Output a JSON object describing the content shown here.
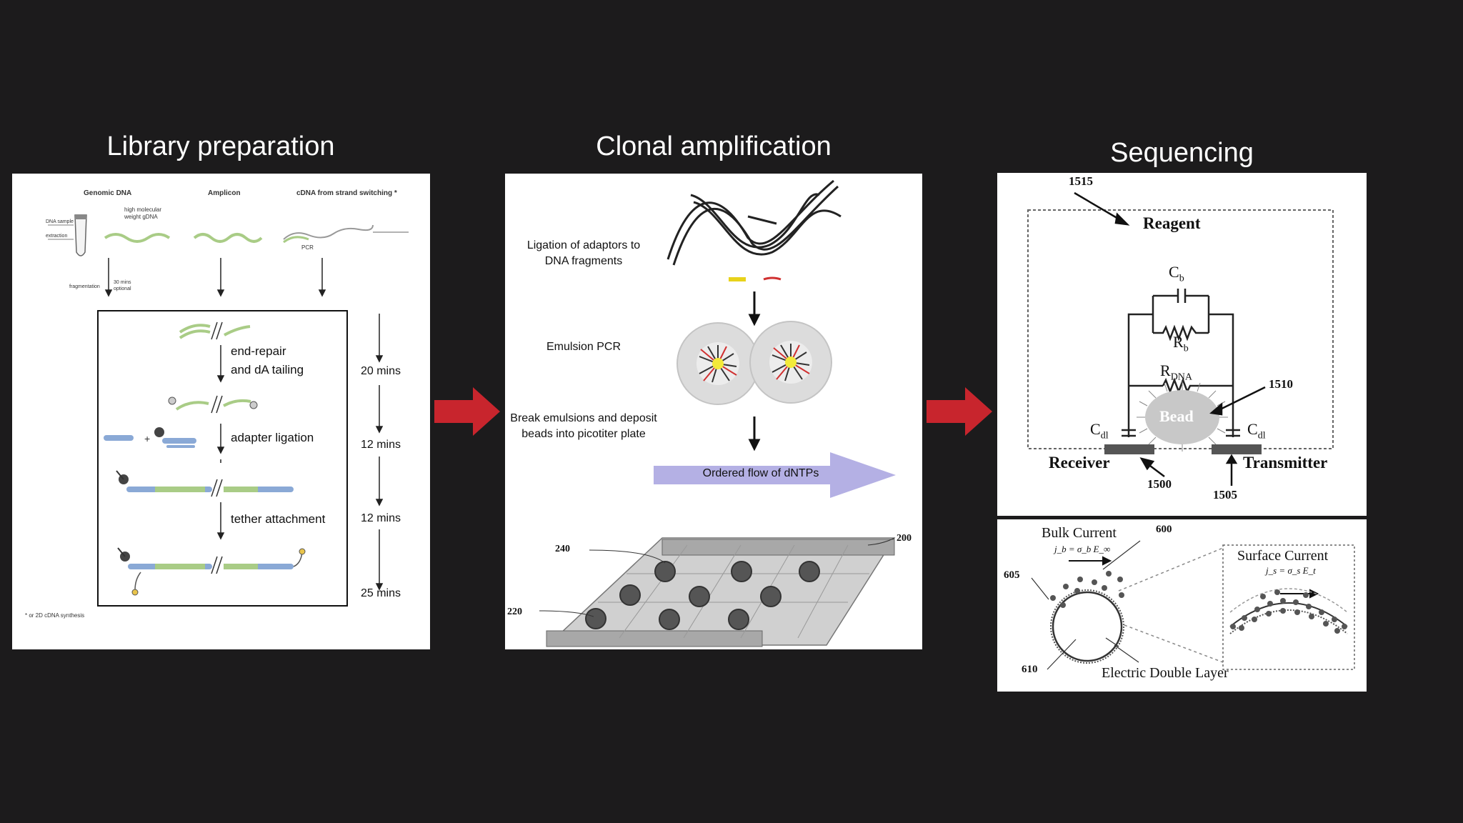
{
  "titles": {
    "library": "Library preparation",
    "clonal": "Clonal amplification",
    "sequencing": "Sequencing"
  },
  "library": {
    "col_genomic": "Genomic DNA",
    "col_amplicon": "Amplicon",
    "col_cdna": "cDNA from strand switching",
    "col_cdna_mark": "*",
    "hmw_label": "high molecular weight gDNA",
    "tube_label_a": "DNA sample",
    "tube_label_b": "extraction",
    "pcr_label": "PCR",
    "fragmentation_label": "fragmentation",
    "optional_label": "30 mins optional",
    "step1": "end-repair and dA tailing",
    "step2": "adapter ligation",
    "step3": "tether attachment",
    "time1": "20 mins",
    "time2": "12 mins",
    "time3": "12 mins",
    "time4": "25 mins",
    "footnote": "* or 2D cDNA synthesis"
  },
  "clonal": {
    "ligation": "Ligation of adaptors to DNA fragments",
    "emulsion": "Emulsion PCR",
    "break": "Break emulsions and deposit beads into picotiter plate",
    "flow": "Ordered flow of dNTPs",
    "ref_240": "240",
    "ref_220": "220",
    "ref_200": "200"
  },
  "sequencing": {
    "ref_1515": "1515",
    "reagent": "Reagent",
    "cb": "C",
    "cb_sub": "b",
    "rb": "R",
    "rb_sub": "b",
    "rdna": "R",
    "rdna_sub": "DNA",
    "bead": "Bead",
    "ref_1510": "1510",
    "cdl_left": "C",
    "cdl_left_sub": "dl",
    "cdl_right": "C",
    "cdl_right_sub": "dl",
    "receiver": "Receiver",
    "transmitter": "Transmitter",
    "ref_1500": "1500",
    "ref_1505": "1505",
    "bulk_current": "Bulk Current",
    "bulk_eq": "j_b = σ_b E_∞",
    "ref_600": "600",
    "ref_605": "605",
    "surface_current": "Surface Current",
    "surface_eq": "j_s = σ_s E_t",
    "ref_610": "610",
    "edl": "Electric Double Layer"
  },
  "colors": {
    "background": "#1c1b1c",
    "arrow": "#c8252d",
    "flow_arrow": "#b4b0e4",
    "strand_green": "#a9cc86",
    "strand_blue": "#8aa9d6",
    "bead_fill": "#c8c8c8"
  }
}
